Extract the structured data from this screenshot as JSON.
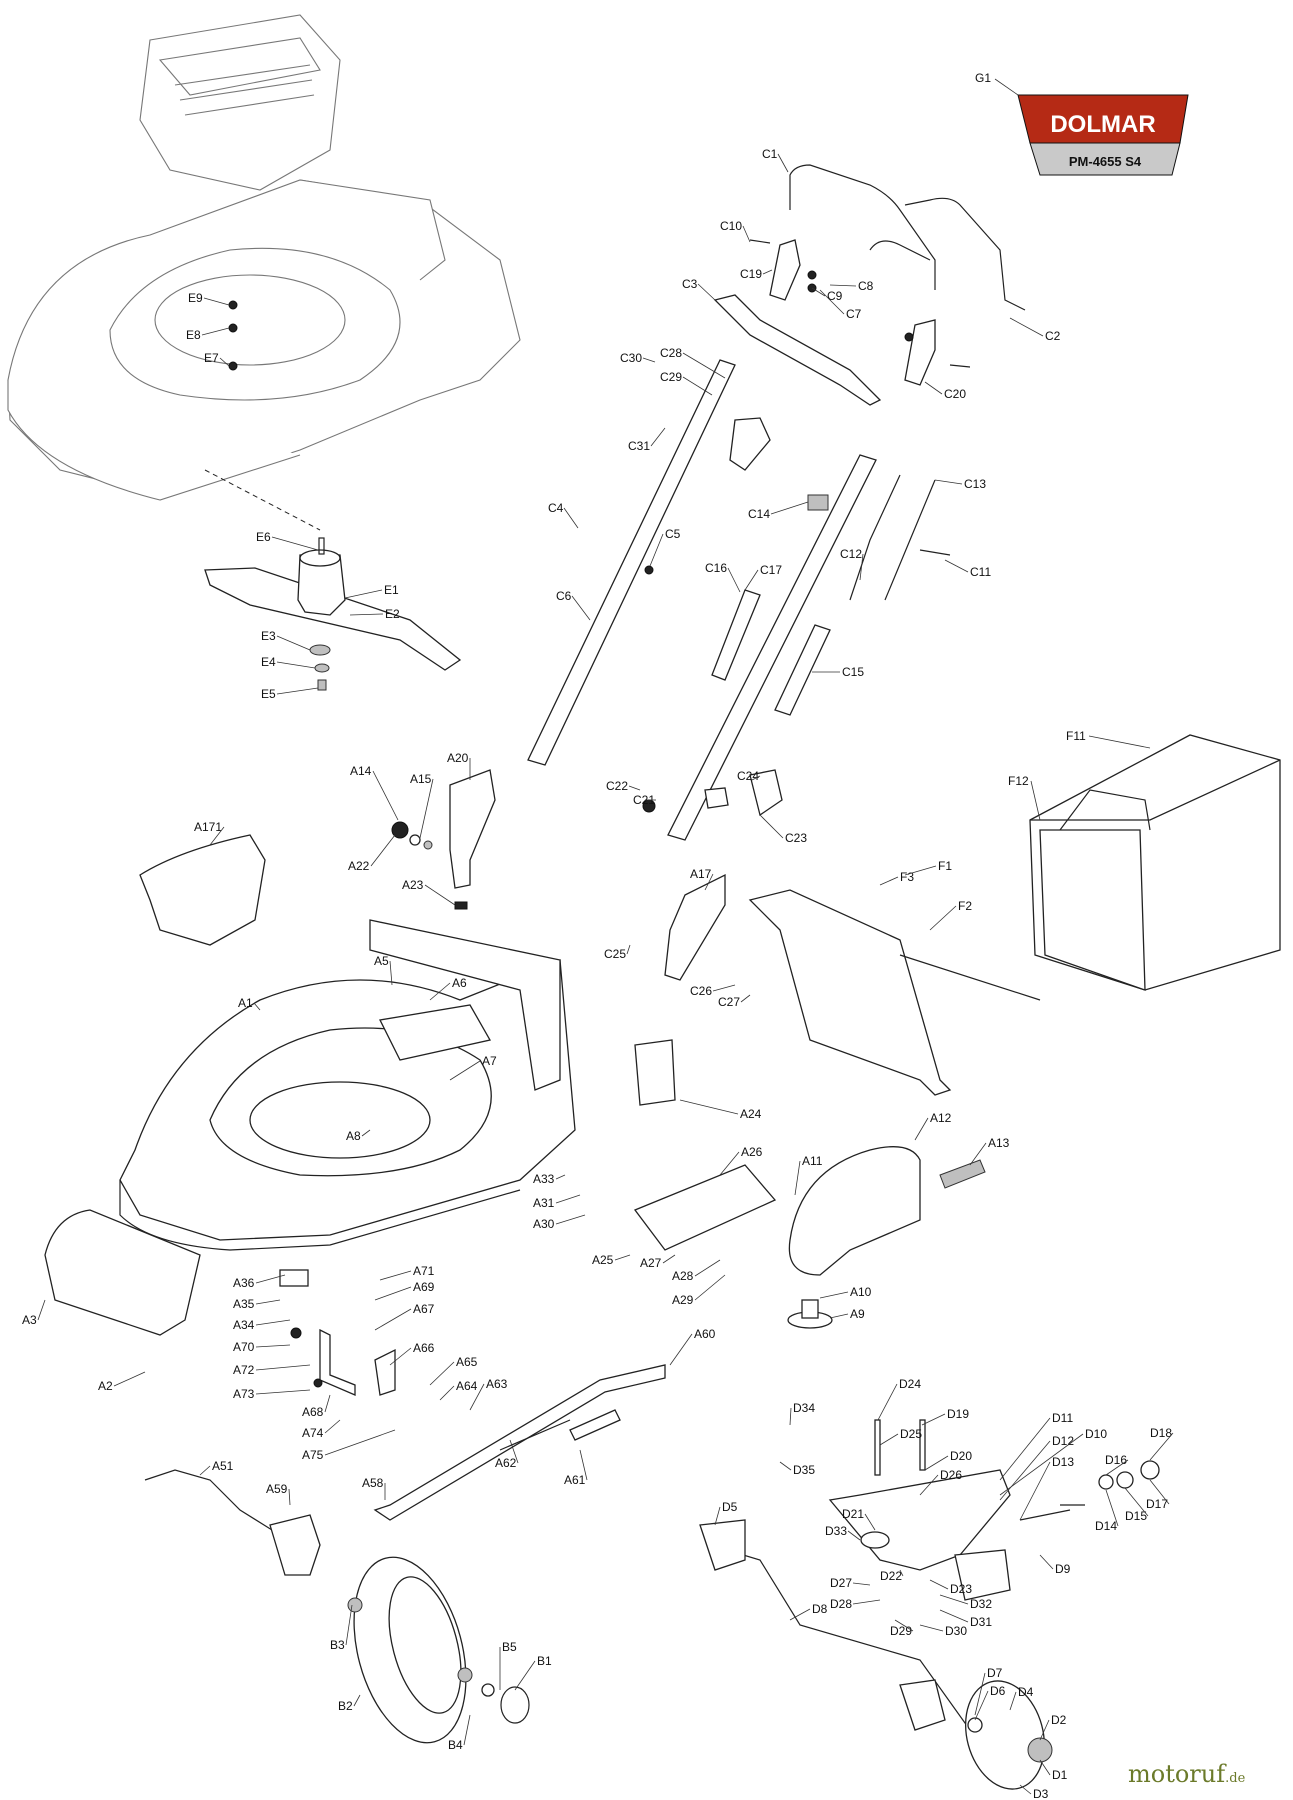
{
  "badge": {
    "id_label": "G1",
    "brand": "DOLMAR",
    "model": "PM-4655 S4",
    "brand_color": "#b52a15",
    "banner_color": "#c9c9c9"
  },
  "watermark": {
    "name": "motoruf",
    "suffix": ".de",
    "color": "#6b7a2a"
  },
  "labels": {
    "C1": "C1",
    "C2": "C2",
    "C3": "C3",
    "C4": "C4",
    "C5": "C5",
    "C6": "C6",
    "C7": "C7",
    "C8": "C8",
    "C9": "C9",
    "C10": "C10",
    "C11": "C11",
    "C12": "C12",
    "C13": "C13",
    "C14": "C14",
    "C15": "C15",
    "C16": "C16",
    "C17": "C17",
    "C19": "C19",
    "C20": "C20",
    "C21": "C21",
    "C22": "C22",
    "C23": "C23",
    "C24": "C24",
    "C25": "C25",
    "C26": "C26",
    "C27": "C27",
    "C28": "C28",
    "C29": "C29",
    "C30": "C30",
    "C31": "C31",
    "E1": "E1",
    "E2": "E2",
    "E3": "E3",
    "E4": "E4",
    "E5": "E5",
    "E6": "E6",
    "E7": "E7",
    "E8": "E8",
    "E9": "E9",
    "F1": "F1",
    "F2": "F2",
    "F3": "F3",
    "F11": "F11",
    "F12": "F12",
    "A1": "A1",
    "A2": "A2",
    "A3": "A3",
    "A5": "A5",
    "A6": "A6",
    "A7": "A7",
    "A8": "A8",
    "A9": "A9",
    "A10": "A10",
    "A11": "A11",
    "A12": "A12",
    "A13": "A13",
    "A14": "A14",
    "A15": "A15",
    "A17": "A17",
    "A20": "A20",
    "A22": "A22",
    "A23": "A23",
    "A24": "A24",
    "A25": "A25",
    "A26": "A26",
    "A27": "A27",
    "A28": "A28",
    "A29": "A29",
    "A30": "A30",
    "A31": "A31",
    "A33": "A33",
    "A34": "A34",
    "A35": "A35",
    "A36": "A36",
    "A51": "A51",
    "A58": "A58",
    "A59": "A59",
    "A60": "A60",
    "A61": "A61",
    "A62": "A62",
    "A63": "A63",
    "A64": "A64",
    "A65": "A65",
    "A66": "A66",
    "A67": "A67",
    "A68": "A68",
    "A69": "A69",
    "A70": "A70",
    "A71": "A71",
    "A72": "A72",
    "A73": "A73",
    "A74": "A74",
    "A75": "A75",
    "A171": "A171",
    "B1": "B1",
    "B2": "B2",
    "B3": "B3",
    "B4": "B4",
    "B5": "B5",
    "D1": "D1",
    "D2": "D2",
    "D3": "D3",
    "D4": "D4",
    "D5": "D5",
    "D6": "D6",
    "D7": "D7",
    "D8": "D8",
    "D9": "D9",
    "D10": "D10",
    "D11": "D11",
    "D12": "D12",
    "D13": "D13",
    "D14": "D14",
    "D15": "D15",
    "D16": "D16",
    "D17": "D17",
    "D18": "D18",
    "D19": "D19",
    "D20": "D20",
    "D21": "D21",
    "D22": "D22",
    "D23": "D23",
    "D24": "D24",
    "D25": "D25",
    "D26": "D26",
    "D27": "D27",
    "D28": "D28",
    "D29": "D29",
    "D30": "D30",
    "D31": "D31",
    "D32": "D32",
    "D33": "D33",
    "D34": "D34",
    "D35": "D35"
  }
}
